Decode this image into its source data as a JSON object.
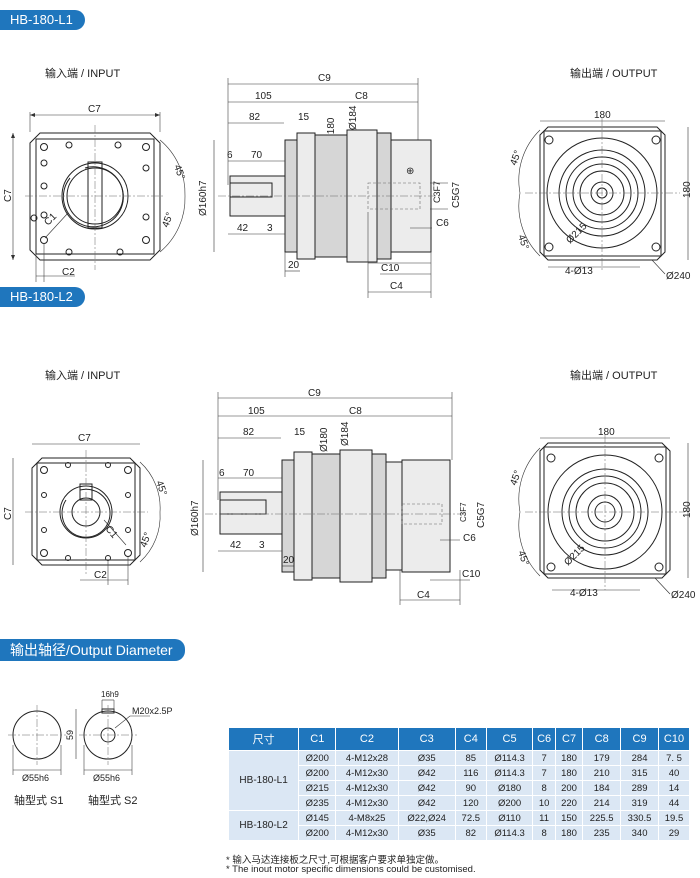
{
  "sections": {
    "l1": "HB-180-L1",
    "l2": "HB-180-L2",
    "output_dia": "输出轴径/Output Diameter"
  },
  "views": {
    "input": "输入端 / INPUT",
    "output": "输出端 / OUTPUT"
  },
  "dims": {
    "c1": "C1",
    "c2": "C2",
    "c3": "C3F7",
    "c4": "C4",
    "c5": "C5G7",
    "c6": "C6",
    "c7": "C7",
    "c8": "C8",
    "c9": "C9",
    "c10": "C10",
    "d105": "105",
    "d82": "82",
    "d15": "15",
    "d180dia": "Ø180",
    "d184dia": "Ø184",
    "d6": "6",
    "d70": "70",
    "d160": "Ø160h7",
    "d42": "42",
    "d3": "3",
    "d20": "20",
    "a45": "45°",
    "d180": "180",
    "d215": "Ø215",
    "holes": "4-Ø13",
    "d240": "Ø240",
    "k16": "16h9",
    "thread": "M20x2.5P",
    "d59": "59",
    "d55": "Ø55h6"
  },
  "shaft_types": {
    "s1": "轴型式 S1",
    "s2": "轴型式 S2"
  },
  "table": {
    "headers": [
      "尺寸",
      "C1",
      "C2",
      "C3",
      "C4",
      "C5",
      "C6",
      "C7",
      "C8",
      "C9",
      "C10"
    ],
    "groups": [
      {
        "model": "HB-180-L1",
        "rows": [
          [
            "Ø200",
            "4-M12x28",
            "Ø35",
            "85",
            "Ø114.3",
            "7",
            "180",
            "179",
            "284",
            "7. 5"
          ],
          [
            "Ø200",
            "4-M12x30",
            "Ø42",
            "116",
            "Ø114.3",
            "7",
            "180",
            "210",
            "315",
            "40"
          ],
          [
            "Ø215",
            "4-M12x30",
            "Ø42",
            "90",
            "Ø180",
            "8",
            "200",
            "184",
            "289",
            "14"
          ],
          [
            "Ø235",
            "4-M12x30",
            "Ø42",
            "120",
            "Ø200",
            "10",
            "220",
            "214",
            "319",
            "44"
          ]
        ]
      },
      {
        "model": "HB-180-L2",
        "rows": [
          [
            "Ø145",
            "4-M8x25",
            "Ø22,Ø24",
            "72.5",
            "Ø110",
            "11",
            "150",
            "225.5",
            "330.5",
            "19.5"
          ],
          [
            "Ø200",
            "4-M12x30",
            "Ø35",
            "82",
            "Ø114.3",
            "8",
            "180",
            "235",
            "340",
            "29"
          ]
        ]
      }
    ]
  },
  "notes": {
    "cn": "* 输入马达连接板之尺寸,可根据客户要求单独定做。",
    "en": "* The inout motor  specific dimensions could be customised."
  }
}
